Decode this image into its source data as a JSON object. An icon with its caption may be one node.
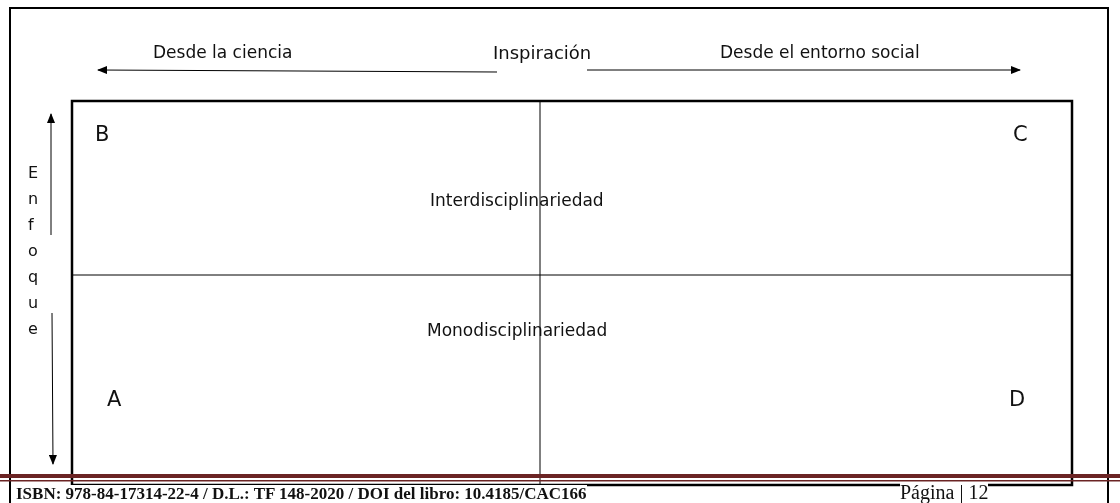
{
  "diagram": {
    "labels": [
      "Desde la ciencia",
      "Inspiración",
      "Desde el entorno social",
      "Enfoque",
      "B",
      "C",
      "Interdisciplinariedad",
      "Monodisciplinariedad",
      "A",
      "D",
      "ISBN: 978-84-17314-22-4 / D.L.:  TF 148-2020 / DOI del libro: 10.4185/CAC166",
      "Página | 12"
    ]
  }
}
